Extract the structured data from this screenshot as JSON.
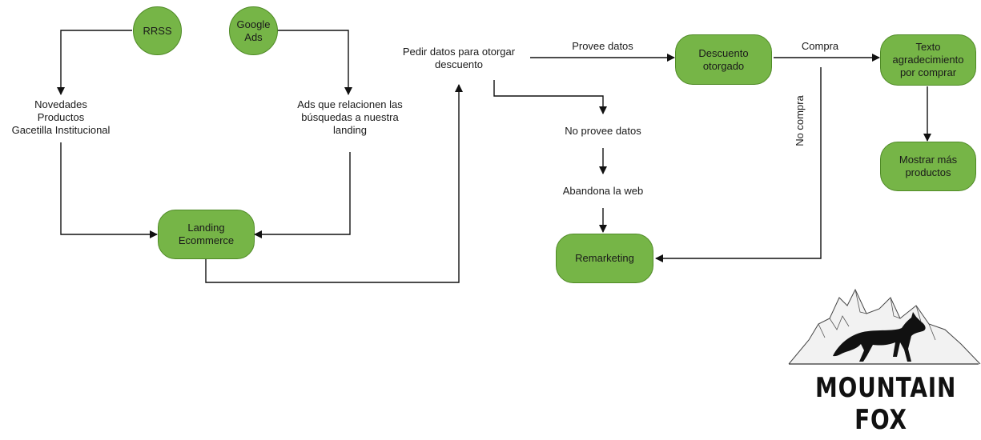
{
  "colors": {
    "node_fill": "#76b547",
    "line": "#111111",
    "text": "#1a1a1a"
  },
  "nodes": {
    "rrss": "RRSS",
    "google_ads": "Google\nAds",
    "landing": "Landing\nEcommerce",
    "descuento": "Descuento\notorgado",
    "texto_agradecimiento": "Texto\nagradecimiento\npor comprar",
    "mostrar_mas": "Mostrar más\nproductos",
    "remarketing": "Remarketing"
  },
  "labels": {
    "novedades": "Novedades\nProductos\nGacetilla Institucional",
    "ads_relacion": "Ads que relacionen las\nbúsquedas a nuestra\nlanding",
    "pedir_datos": "Pedir datos para otorgar\ndescuento",
    "provee_datos": "Provee datos",
    "compra": "Compra",
    "no_compra": "No compra",
    "no_provee": "No provee datos",
    "abandona": "Abandona la web"
  },
  "logo": {
    "line1": "MOUNTAIN",
    "line2": "FOX"
  }
}
